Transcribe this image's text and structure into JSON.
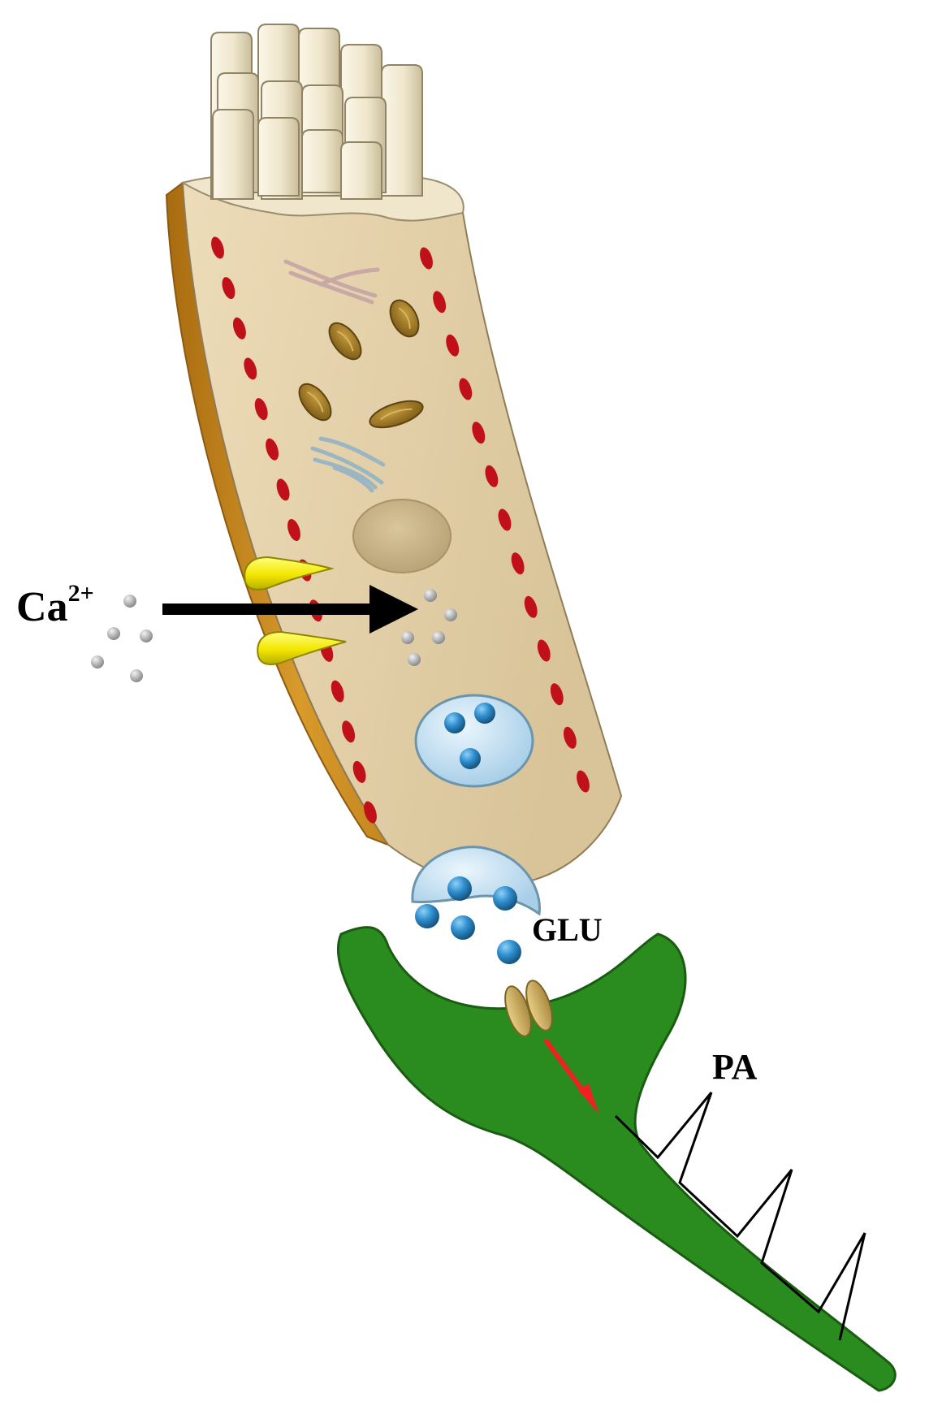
{
  "labels": {
    "calcium_base": "Ca",
    "calcium_charge": "2+",
    "glutamate": "GLU",
    "action_potential": "PA"
  },
  "colors": {
    "cell_body": "#e8d7b4",
    "cell_side": "#c88a1e",
    "stereocilia": "#efe6cc",
    "membrane_dots": "#c0111a",
    "mitochondria": "#9b7420",
    "calcium_channels": "#ffff1a",
    "calcium_ions": "#9a9a9a",
    "vesicles": "#2f8fcf",
    "vesicle_membrane": "#c9e3f3",
    "afferent_neuron": "#2a8c1f",
    "receptor": "#d2b466",
    "signal_arrow": "#ee2222",
    "calcium_arrow": "#000000"
  }
}
